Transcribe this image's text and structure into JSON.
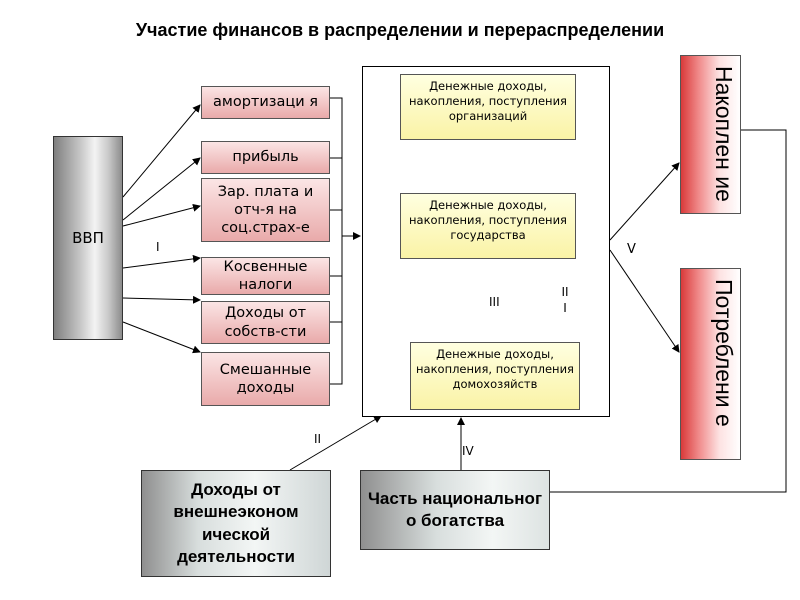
{
  "title": "Участие финансов в  распределении и перераспределении",
  "gdp": "ВВП",
  "pink": [
    "амортизаци я",
    "прибыль",
    "Зар. плата и отч-я на соц.страх-е",
    "Косвенные налоги",
    "Доходы от собств-сти",
    "Смешанные доходы"
  ],
  "yellow": [
    "Денежные доходы, накопления, поступления организаций",
    "Денежные доходы, накопления, поступления государства",
    "Денежные доходы, накопления, поступления домохозяйств"
  ],
  "right": [
    "Накоплен ие",
    "Потреблени е"
  ],
  "bottom": [
    "Доходы от внешнеэконом ической деятельности",
    "Часть национальног о богатства"
  ],
  "labels": {
    "I": "I",
    "II": "II",
    "III": "III",
    "II_I": "II I",
    "IV": "IV",
    "V": "V"
  },
  "colors": {
    "pink": "#e9aaaa",
    "yellow": "#faf3a6",
    "red": "#d93a3a",
    "gray": "#8f8f8f"
  }
}
